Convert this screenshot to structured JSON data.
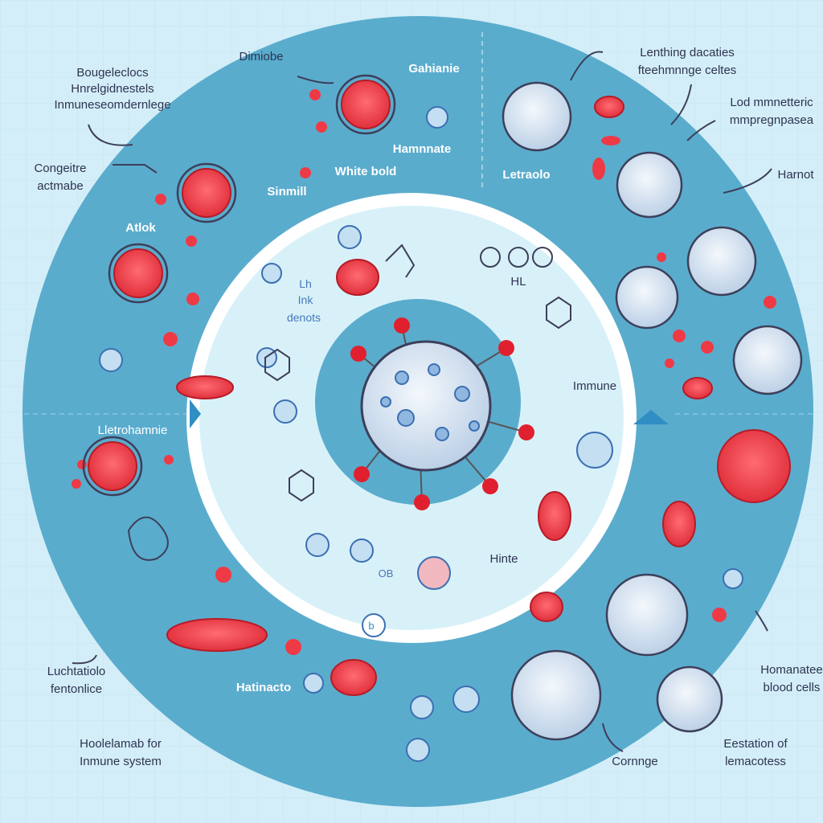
{
  "colors": {
    "background": "#d3eef8",
    "outer_ring": "#5aaccd",
    "inner_disk": "#d8f1f9",
    "core": "#5aaccd",
    "red_cell": "#ee3a45",
    "white_cell": "#e3ecf6",
    "arrow_blue": "#2f8ec4"
  },
  "labels": {
    "top_left": [
      "Bougeleclocs",
      "Hnrelgidnestels",
      "Inmuneseomdernlege"
    ],
    "dimiobe": "Dimiobe",
    "gahianie": "Gahianie",
    "hamnnate": "Hamnnate",
    "white_bold": "White bold",
    "sinmill": "Sinmill",
    "congeitre": [
      "Congeitre",
      "actmabe"
    ],
    "atlok": "Atlok",
    "top_right": [
      "Lenthing dacaties",
      "fteehmnnge celtes"
    ],
    "lod": [
      "Lod mmnetteric",
      "mmpregnpasea"
    ],
    "harnot": "Harnot",
    "letraolo": "Letraolo",
    "lh_ink": [
      "Lh",
      "Ink",
      "denots"
    ],
    "immune": "Immune",
    "lletrohamnie": "Lletrohamnie",
    "hinte": "Hinte",
    "ob": "OB",
    "luchtatiolo": [
      "Luchtatiolo",
      "fentonlice"
    ],
    "hatinacto": "Hatinacto",
    "hoolelamab": [
      "Hoolelamab for",
      "Inmune system"
    ],
    "cornnge": "Cornnge",
    "homanatee": [
      "Homanatee",
      "blood cells"
    ],
    "eestation": [
      "Eestation of",
      "lemacotess"
    ],
    "hl": "HL",
    "b": "b"
  }
}
